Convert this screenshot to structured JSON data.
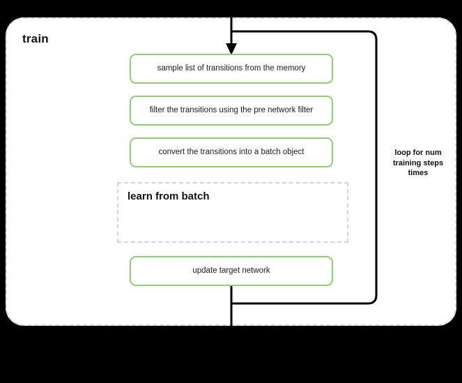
{
  "diagram": {
    "title": "train",
    "background_color": "#000000",
    "container": {
      "fill": "#ffffff",
      "border_color": "#d9d9d9",
      "border_style": "dashed"
    },
    "node_accent_color": "#8fcc72",
    "edge_color": "#000000",
    "nodes": [
      {
        "id": "sample",
        "label": "sample list of transitions from the memory",
        "style": "green-rounded"
      },
      {
        "id": "filter",
        "label": "filter the transitions using the pre network filter",
        "style": "green-rounded"
      },
      {
        "id": "convert",
        "label": "convert the transitions into a batch object",
        "style": "green-rounded"
      },
      {
        "id": "update",
        "label": "update target network",
        "style": "green-rounded"
      }
    ],
    "subflow": {
      "id": "learn-from-batch",
      "label": "learn from batch",
      "style": "gray-dashed"
    },
    "loop": {
      "caption": "loop for num\ntraining steps\ntimes",
      "caption_line_1": "loop for num",
      "caption_line_2": "training steps",
      "caption_line_3": "times"
    },
    "edges": [
      {
        "from": "input",
        "to": "sample",
        "arrowhead": true
      },
      {
        "from": "update",
        "to": "output",
        "arrowhead": false
      },
      {
        "from": "loop-back",
        "to": "sample",
        "arrowhead": false
      }
    ]
  }
}
